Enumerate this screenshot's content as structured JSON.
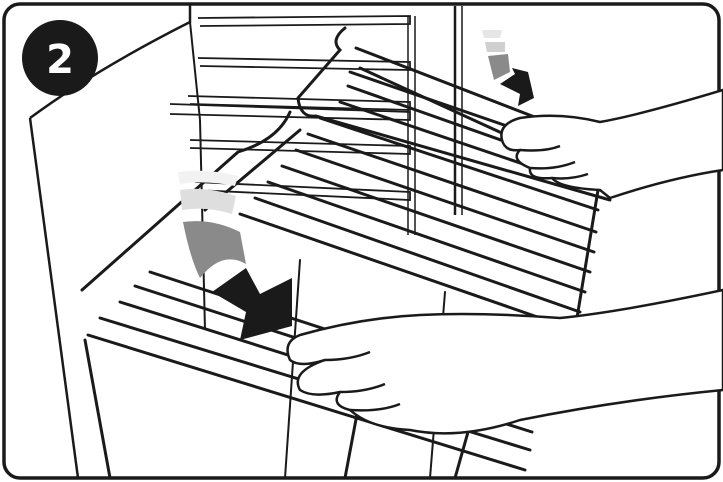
{
  "step_badge": {
    "number": "2"
  },
  "colors": {
    "ink": "#1a1a1a",
    "paper": "#ffffff",
    "arrow_dark": "#1a1a1a"
  },
  "icons": {
    "step_badge": "step-number-badge",
    "arrows": "downward-motion-arrow"
  }
}
